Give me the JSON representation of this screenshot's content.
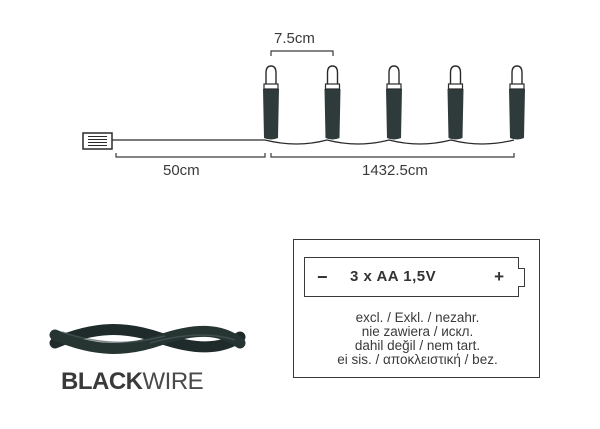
{
  "dimensions": {
    "bulb_spacing": "7.5cm",
    "lead_length": "50cm",
    "lit_length": "1432.5cm"
  },
  "battery": {
    "minus": "−",
    "spec": "3 x  AA  1,5V",
    "plus": "+",
    "exclusion_lines": [
      "excl. / Exkl. / nezahr.",
      "nie zawiera / искл.",
      "dahil değil / nem tart.",
      "ei sis. / αποκλειστική / bez."
    ]
  },
  "wire": {
    "label_bold": "BLACK",
    "label_regular": "WIRE",
    "color": "#1f2b2a"
  },
  "bulb_count": 5
}
